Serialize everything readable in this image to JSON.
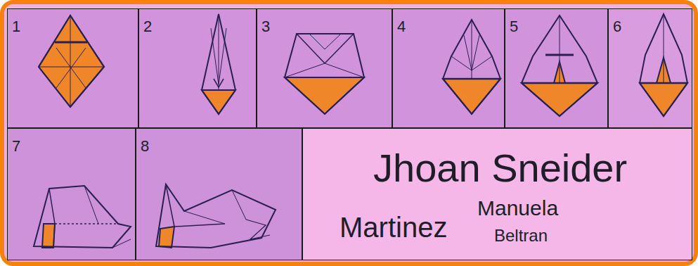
{
  "diagram": {
    "nodes": [
      {
        "text": [
          "1"
        ]
      },
      {
        "text": [
          "2"
        ]
      },
      {
        "text": [
          "3"
        ]
      },
      {
        "text": [
          "4"
        ]
      },
      {
        "text": [
          "5"
        ]
      },
      {
        "text": [
          "6"
        ]
      },
      {
        "text": [
          "7"
        ]
      },
      {
        "text": [
          "8"
        ]
      },
      {
        "text": [
          "Jhoan Sneider",
          "Martinez",
          "Manuela",
          "Beltran"
        ]
      }
    ]
  }
}
